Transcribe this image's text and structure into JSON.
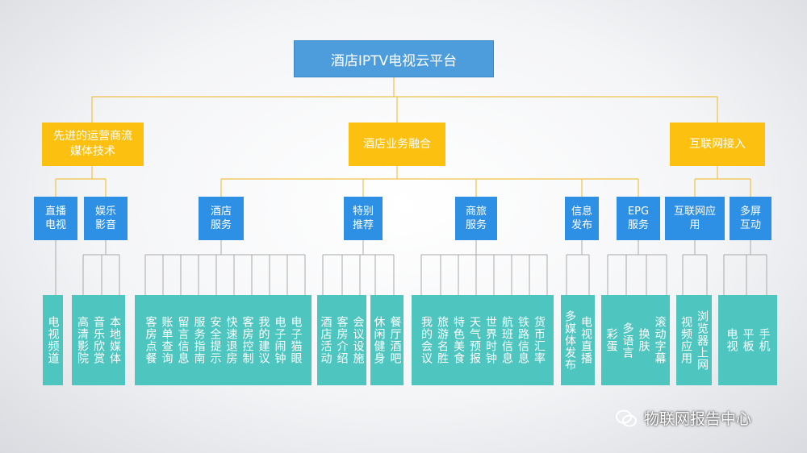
{
  "root": "酒店IPTV电视云平台",
  "level1": [
    "先进的运营商流媒体技术",
    "酒店业务融合",
    "互联网接入"
  ],
  "level2": [
    "直播电视",
    "娱乐影音",
    "酒店服务",
    "特别推荐",
    "商旅服务",
    "信息发布",
    "EPG服务",
    "互联网应用",
    "多屏互动"
  ],
  "leaves": [
    [
      "电视频道"
    ],
    [
      "高清影院",
      "音乐欣赏",
      "本地媒体"
    ],
    [
      "客房点餐",
      "账单查询",
      "留言信息",
      "服务指南",
      "安全提示",
      "快速退房",
      "客房控制",
      "我的建议",
      "电子闹钟",
      "电子猫眼"
    ],
    [
      "酒店活动",
      "客房介绍",
      "会议设施"
    ],
    [
      "休闲健身",
      "餐厅酒吧"
    ],
    [
      "我的会议",
      "旅游名胜",
      "特色美食",
      "天气预报",
      "世界时钟",
      "航班信息",
      "铁路信息",
      "货币汇率"
    ],
    [
      "多媒体发布",
      "电视直播"
    ],
    [
      "彩蛋",
      "多语言",
      "换肤",
      "滚动字幕"
    ],
    [
      "视频应用",
      "浏览器上网"
    ],
    [
      "电视",
      "平板",
      "手机"
    ]
  ],
  "watermark": "物联网报告中心",
  "colors": {
    "root": "#4d9ddc",
    "level1": "#fcc010",
    "level2": "#2e90e4",
    "leaf": "#4fc5bf",
    "line_top": "#f0c24a",
    "line_leaf": "#a9a9a9"
  }
}
